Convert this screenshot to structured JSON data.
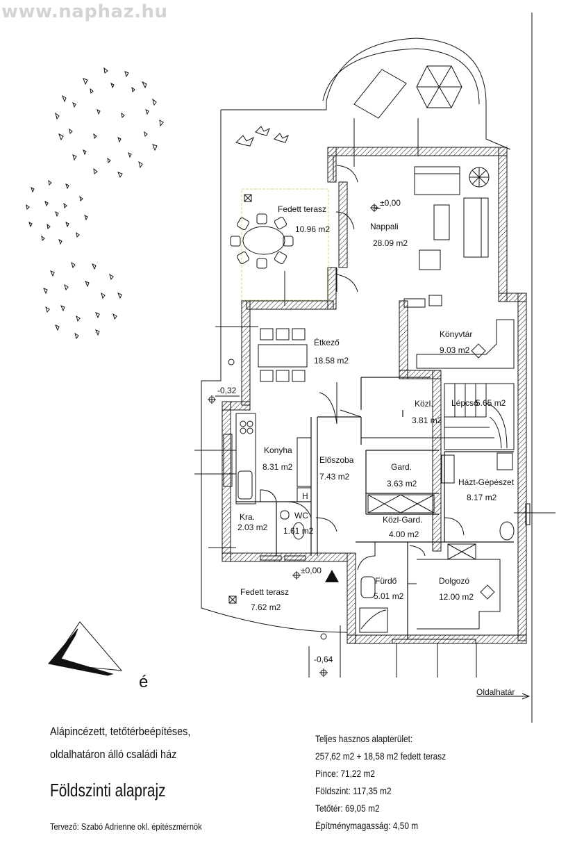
{
  "watermark": "www.naphaz.hu",
  "rooms": [
    {
      "name": "Fedett terasz",
      "area": "10.96 m2"
    },
    {
      "name": "Nappali",
      "area": "28.09 m2"
    },
    {
      "name": "Könyvtár",
      "area": "9.03 m2"
    },
    {
      "name": "Étkező",
      "area": "18.58 m2"
    },
    {
      "name": "Közl.",
      "area": "3.81 m2"
    },
    {
      "name": "Lépcső",
      "area": "5.65 m2"
    },
    {
      "name": "Konyha",
      "area": "8.31 m2"
    },
    {
      "name": "Előszoba",
      "area": "7.43 m2"
    },
    {
      "name": "Gard.",
      "area": "3.63 m2"
    },
    {
      "name": "Házt-Gépészet",
      "area": "8.17 m2"
    },
    {
      "name": "Kra.",
      "area": "2.03 m2"
    },
    {
      "name": "WC",
      "area": "1.61 m2"
    },
    {
      "name": "Közl-Gard.",
      "area": "4.00 m2"
    },
    {
      "name": "Fürdő",
      "area": "5.01 m2"
    },
    {
      "name": "Dolgozó",
      "area": "12.00 m2"
    },
    {
      "name": "Fedett terasz",
      "area": "7.62 m2"
    }
  ],
  "levels": {
    "living": "±0,00",
    "entrance": "±0,00",
    "side": "-0,32",
    "front": "-0,64"
  },
  "labels": {
    "stove_h": "H",
    "north": "é",
    "boundary": "Oldalhatár"
  },
  "description": {
    "line1": "Alápincézett, tetőtérbeépítéses,",
    "line2": "oldalhatáron álló családi ház"
  },
  "title": "Földszinti alaprajz",
  "author": "Tervező: Szabó Adrienne okl. építészmérnök",
  "stats": [
    "Teljes hasznos alapterület:",
    "257,62 m2 + 18,58 m2 fedett terasz",
    "Pince: 71,22 m2",
    "Földszint: 117,35 m2",
    "Tetőtér: 69,05 m2",
    "Építménymagasság: 4,50 m"
  ],
  "colors": {
    "line": "#111111",
    "watermark": "#d3d3d3",
    "terrace_outline": "#e6d27a"
  }
}
